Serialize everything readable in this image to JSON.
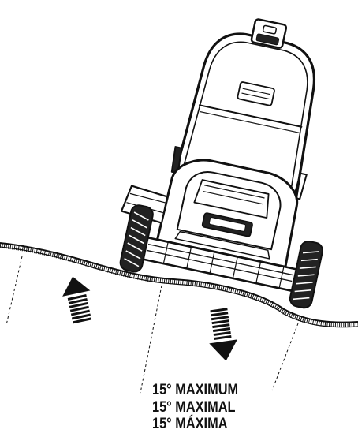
{
  "caption": {
    "line1": "15° MAXIMUM",
    "line2": "15° MAXIMAL",
    "line3": "15° MÁXIMA"
  },
  "slope": {
    "max_angle_deg": 15
  },
  "arrows": {
    "up": "arrow-up-icon",
    "down": "arrow-down-icon"
  },
  "colors": {
    "line": "#111111",
    "background": "#ffffff"
  }
}
